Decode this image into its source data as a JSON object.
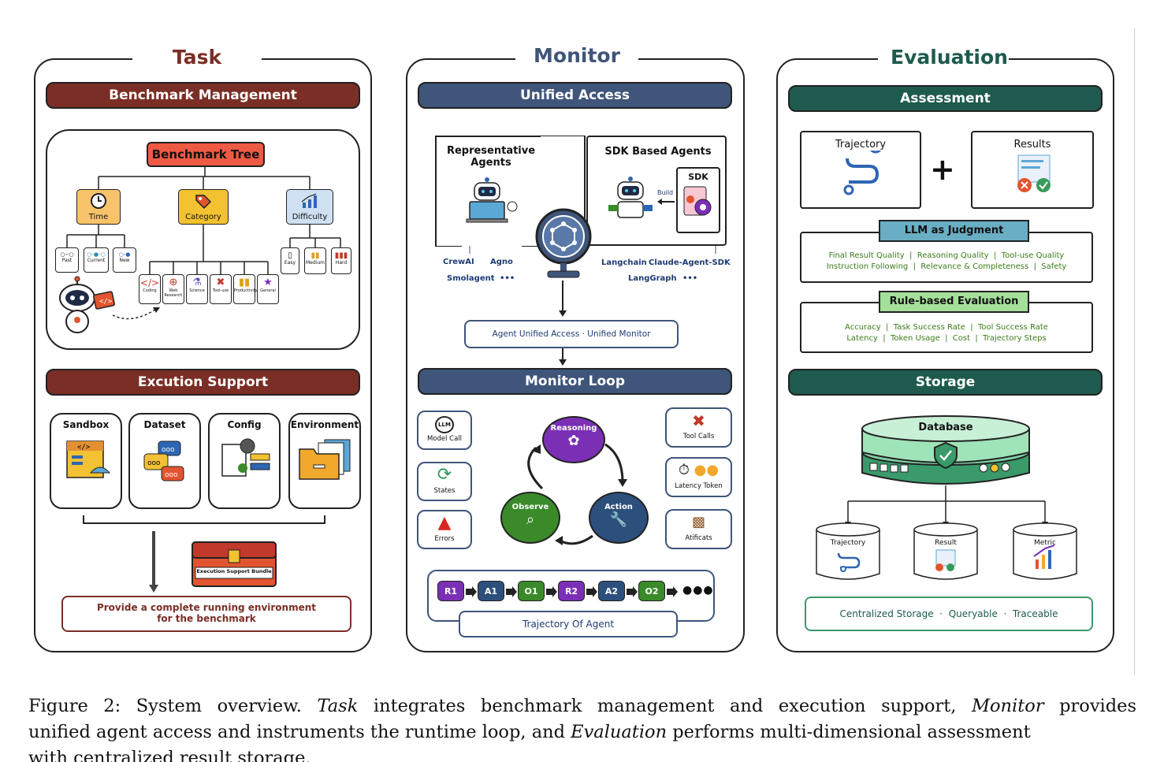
{
  "task": {
    "title": "Task",
    "benchmark_management": "Benchmark Management",
    "benchmark_tree": "Benchmark Tree",
    "time": "Time",
    "category": "Category",
    "difficulty": "Difficulty",
    "time_leaves": [
      "Past",
      "Current",
      "New"
    ],
    "category_leaves": [
      "Coding",
      "Web Research",
      "Science",
      "Tool-use",
      "Productivity",
      "General"
    ],
    "difficulty_leaves": [
      "Easy",
      "Medium",
      "Hard"
    ],
    "execution_support": "Excution Support",
    "supports": [
      "Sandbox",
      "Dataset",
      "Config",
      "Environment"
    ],
    "bundle": "Execution Support Bundle",
    "provide_line1": "Provide a complete running environment",
    "provide_line2": "for the benchmark"
  },
  "monitor": {
    "title": "Monitor",
    "unified_access": "Unified Access",
    "rep_agents_line1": "Representative",
    "rep_agents_line2": "Agents",
    "sdk_agents": "SDK Based Agents",
    "sdk": "SDK",
    "build": "Build",
    "rep_list_row1": [
      "CrewAI",
      "Agno"
    ],
    "rep_list_row2": [
      "Smolagent",
      "•••"
    ],
    "sdk_list_row1": [
      "Langchain",
      "Claude-Agent-SDK"
    ],
    "sdk_list_row2": [
      "LangGraph",
      "•••"
    ],
    "agent_unified": "Agent Unified Access · Unified Monitor",
    "monitor_loop": "Monitor Loop",
    "left_items": [
      "Model Call",
      "States",
      "Errors"
    ],
    "right_items": [
      "Tool Calls",
      "Latency Token",
      "Atificats"
    ],
    "llm_badge": "LLM",
    "loop_nodes": {
      "reasoning": "Reasoning",
      "action": "Action",
      "observe": "Observe"
    },
    "trajectory_chips": [
      "R1",
      "A1",
      "O1",
      "R2",
      "A2",
      "O2"
    ],
    "trajectory_more": "●●●",
    "trajectory_label": "Trajectory Of Agent"
  },
  "evaluation": {
    "title": "Evaluation",
    "assessment": "Assessment",
    "trajectory": "Trajectory",
    "results": "Results",
    "plus": "+",
    "llm_judgment": "LLM as Judgment",
    "llm_line1": "Final Result Quality  |  Reasoning Quality  |  Tool-use Quality",
    "llm_line2": "Instruction Following  |  Relevance & Completeness  |  Safety",
    "rule_based": "Rule-based Evaluation",
    "rule_line1": "Accuracy  |  Task Success Rate  |  Tool Success Rate",
    "rule_line2": "Latency  |  Token Usage  |  Cost  |  Trajectory Steps",
    "storage": "Storage",
    "database": "Database",
    "stores": [
      "Trajectory",
      "Result",
      "Metric"
    ],
    "storage_footer": "Centralized Storage  ·  Queryable  ·  Traceable"
  },
  "caption": {
    "prefix": "Figure 2: System overview.",
    "task_word": "Task",
    "part1": " integrates benchmark management and execution support, ",
    "monitor_word": "Monitor",
    "part2": " provides",
    "line2a": "unified agent access and instruments the runtime loop, and ",
    "eval_word": "Evaluation",
    "line2b": " performs multi-dimensional assessment",
    "line3": "with centralized result storage."
  },
  "colors": {
    "task_bar": "#7a2e25",
    "monitor_bar": "#3f5579",
    "eval_bar": "#1e5a4d",
    "reasoning": "#7b2fb5",
    "action": "#2d4f7c",
    "observe": "#3a8a2a"
  }
}
